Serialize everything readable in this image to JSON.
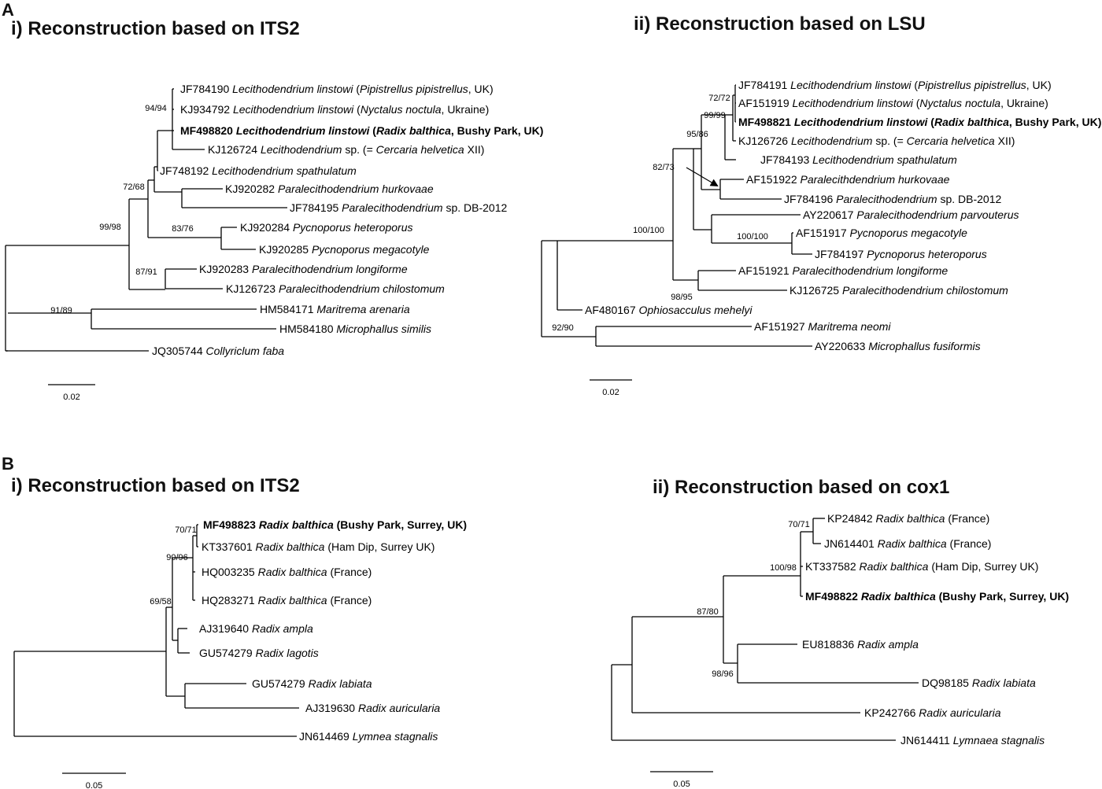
{
  "panels": [
    {
      "letter": "A"
    },
    {
      "letter": "B"
    }
  ],
  "trees": [
    {
      "title": "i) Reconstruction based on ITS2",
      "scale": "0.02",
      "tips": [
        {
          "acc": "JF784190",
          "sp": "Lecithodendrium linstowi",
          "rest": [
            [
              "(",
              false
            ],
            [
              "Pipistrellus pipistrellus",
              true
            ],
            [
              ", UK)",
              false
            ]
          ],
          "bold": false
        },
        {
          "acc": "KJ934792",
          "sp": "Lecithodendrium linstowi",
          "rest": [
            [
              "(",
              false
            ],
            [
              "Nyctalus noctula",
              true
            ],
            [
              ", Ukraine)",
              false
            ]
          ],
          "bold": false
        },
        {
          "acc": "MF498820",
          "sp": "Lecithodendrium linstowi",
          "rest": [
            [
              "(",
              false
            ],
            [
              "Radix balthica",
              true
            ],
            [
              ", Bushy Park, UK)",
              false
            ]
          ],
          "bold": true
        },
        {
          "acc": "KJ126724",
          "sp": "Lecithodendrium",
          "rest": [
            [
              "sp. (= ",
              false
            ],
            [
              "Cercaria helvetica",
              true
            ],
            [
              " XII)",
              false
            ]
          ],
          "bold": false
        },
        {
          "acc": "JF748192",
          "sp": "Lecithodendrium spathulatum",
          "rest": [],
          "bold": false
        },
        {
          "acc": "KJ920282",
          "sp": "Paralecithodendrium hurkovaae",
          "rest": [],
          "bold": false
        },
        {
          "acc": "JF784195",
          "sp": "Paralecithodendrium",
          "rest": [
            [
              "sp. DB-2012",
              false
            ]
          ],
          "bold": false
        },
        {
          "acc": "KJ920284",
          "sp": "Pycnoporus heteroporus",
          "rest": [],
          "bold": false
        },
        {
          "acc": "KJ920285",
          "sp": "Pycnoporus megacotyle",
          "rest": [],
          "bold": false
        },
        {
          "acc": "KJ920283",
          "sp": "Paralecithodendrium longiforme",
          "rest": [],
          "bold": false
        },
        {
          "acc": "KJ126723",
          "sp": "Paralecithodendrium chilostomum",
          "rest": [],
          "bold": false
        },
        {
          "acc": "HM584171",
          "sp": "Maritrema arenaria",
          "rest": [],
          "bold": false
        },
        {
          "acc": "HM584180",
          "sp": "Microphallus similis",
          "rest": [],
          "bold": false
        },
        {
          "acc": "JQ305744",
          "sp": "Collyriclum faba",
          "rest": [],
          "bold": false
        }
      ],
      "supports": [
        "94/94",
        "72/68",
        "99/98",
        "83/76",
        "87/91",
        "91/89"
      ]
    },
    {
      "title": "ii) Reconstruction based on LSU",
      "scale": "0.02",
      "tips": [
        {
          "acc": "JF784191",
          "sp": "Lecithodendrium linstowi",
          "rest": [
            [
              "(",
              false
            ],
            [
              "Pipistrellus pipistrellus",
              true
            ],
            [
              ", UK)",
              false
            ]
          ],
          "bold": false
        },
        {
          "acc": "AF151919",
          "sp": "Lecithodendrium linstowi",
          "rest": [
            [
              "(",
              false
            ],
            [
              "Nyctalus noctula",
              true
            ],
            [
              ", Ukraine)",
              false
            ]
          ],
          "bold": false
        },
        {
          "acc": "MF498821",
          "sp": "Lecithodendrium linstowi",
          "rest": [
            [
              "(",
              false
            ],
            [
              "Radix balthica",
              true
            ],
            [
              ", Bushy Park, UK)",
              false
            ]
          ],
          "bold": true
        },
        {
          "acc": "KJ126726",
          "sp": "Lecithodendrium",
          "rest": [
            [
              "sp. (= ",
              false
            ],
            [
              "Cercaria helvetica",
              true
            ],
            [
              " XII)",
              false
            ]
          ],
          "bold": false
        },
        {
          "acc": "JF784193",
          "sp": "Lecithodendrium spathulatum",
          "rest": [],
          "bold": false
        },
        {
          "acc": "AF151922",
          "sp": "Paralecithdendrium hurkovaae",
          "rest": [],
          "bold": false
        },
        {
          "acc": "JF784196",
          "sp": "Paralecithodendrium",
          "rest": [
            [
              "sp. DB-2012",
              false
            ]
          ],
          "bold": false
        },
        {
          "acc": "AY220617",
          "sp": "Paralecithodendrium parvouterus",
          "rest": [],
          "bold": false
        },
        {
          "acc": "AF151917",
          "sp": "Pycnoporus megacotyle",
          "rest": [],
          "bold": false
        },
        {
          "acc": "JF784197",
          "sp": "Pycnoporus heteroporus",
          "rest": [],
          "bold": false
        },
        {
          "acc": "AF151921",
          "sp": "Paralecithodendrium longiforme",
          "rest": [],
          "bold": false
        },
        {
          "acc": "KJ126725",
          "sp": "Paralecithodendrium chilostomum",
          "rest": [],
          "bold": false
        },
        {
          "acc": "AF480167",
          "sp": "Ophiosacculus mehelyi",
          "rest": [],
          "bold": false
        },
        {
          "acc": "AF151927",
          "sp": "Maritrema neomi",
          "rest": [],
          "bold": false
        },
        {
          "acc": "AY220633",
          "sp": "Microphallus fusiformis",
          "rest": [],
          "bold": false
        }
      ],
      "supports": [
        "72/72",
        "99/99",
        "95/86",
        "82/73",
        "100/100",
        "100/100",
        "98/95",
        "92/90"
      ]
    },
    {
      "title": "i) Reconstruction based on ITS2",
      "scale": "0.05",
      "tips": [
        {
          "acc": "MF498823",
          "sp": "Radix balthica",
          "rest": [
            [
              "(Bushy Park, Surrey, UK)",
              false
            ]
          ],
          "bold": true
        },
        {
          "acc": "KT337601",
          "sp": "Radix balthica",
          "rest": [
            [
              "(Ham Dip, Surrey UK)",
              false
            ]
          ],
          "bold": false
        },
        {
          "acc": "HQ003235",
          "sp": "Radix balthica",
          "rest": [
            [
              "(France)",
              false
            ]
          ],
          "bold": false
        },
        {
          "acc": "HQ283271",
          "sp": "Radix balthica",
          "rest": [
            [
              "(France)",
              false
            ]
          ],
          "bold": false
        },
        {
          "acc": "AJ319640",
          "sp": "Radix ampla",
          "rest": [],
          "bold": false
        },
        {
          "acc": "GU574279",
          "sp": "Radix lagotis",
          "rest": [],
          "bold": false
        },
        {
          "acc": "GU574279",
          "sp": "Radix labiata",
          "rest": [],
          "bold": false
        },
        {
          "acc": "AJ319630",
          "sp": "Radix auricularia",
          "rest": [],
          "bold": false
        },
        {
          "acc": "JN614469",
          "sp": "Lymnea stagnalis",
          "rest": [],
          "bold": false
        }
      ],
      "supports": [
        "70/71",
        "90/96",
        "69/58"
      ]
    },
    {
      "title": "ii) Reconstruction based on cox1",
      "scale": "0.05",
      "tips": [
        {
          "acc": "KP24842",
          "sp": "Radix balthica",
          "rest": [
            [
              "(France)",
              false
            ]
          ],
          "bold": false
        },
        {
          "acc": "JN614401",
          "sp": "Radix balthica",
          "rest": [
            [
              "(France)",
              false
            ]
          ],
          "bold": false
        },
        {
          "acc": "KT337582",
          "sp": "Radix balthica",
          "rest": [
            [
              "(Ham Dip, Surrey UK)",
              false
            ]
          ],
          "bold": false
        },
        {
          "acc": "MF498822",
          "sp": "Radix balthica",
          "rest": [
            [
              " (Bushy Park, Surrey, UK)",
              false
            ]
          ],
          "bold": true
        },
        {
          "acc": "EU818836",
          "sp": "Radix ampla",
          "rest": [],
          "bold": false
        },
        {
          "acc": "DQ98185",
          "sp": "Radix labiata",
          "rest": [],
          "bold": false
        },
        {
          "acc": "KP242766",
          "sp": "Radix auricularia",
          "rest": [],
          "bold": false
        },
        {
          "acc": "JN614411",
          "sp": "Lymnaea stagnalis",
          "rest": [],
          "bold": false
        }
      ],
      "supports": [
        "70/71",
        "100/98",
        "87/80",
        "98/96"
      ]
    }
  ]
}
